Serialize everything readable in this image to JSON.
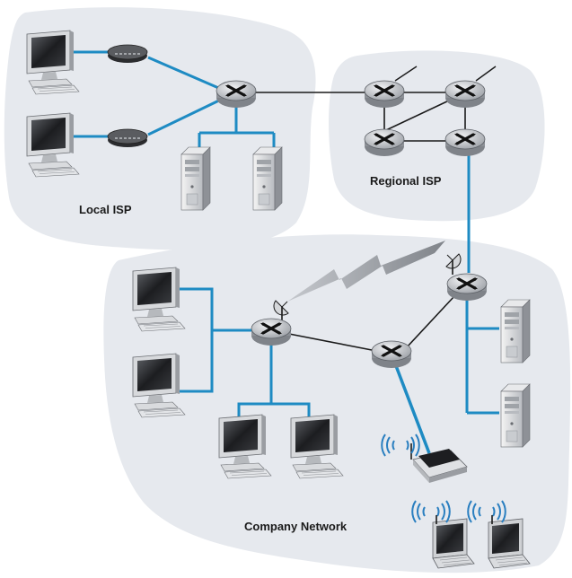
{
  "labels": {
    "local_isp": "Local ISP",
    "regional_isp": "Regional ISP",
    "company_network": "Company Network"
  },
  "colors": {
    "region_fill": "#e6e9ee",
    "link_blue": "#1e8bc3",
    "link_black": "#1a1a1a",
    "router_body": "#c9ccd1",
    "wireless_wave": "#2a7fc0"
  },
  "icons": [
    "router-icon",
    "desktop-computer-icon",
    "server-tower-icon",
    "modem-icon",
    "wireless-access-point-icon",
    "laptop-icon",
    "satellite-dish-icon",
    "wireless-link-icon"
  ]
}
